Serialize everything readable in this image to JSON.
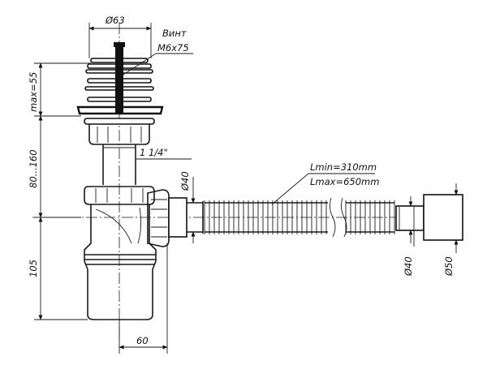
{
  "dimensions": {
    "top_diameter": "Ø63",
    "screw_label": "Винт",
    "screw_size": "M6x75",
    "height_top": "max=55",
    "height_mid": "80...160",
    "thread": "1 1/4\"",
    "outlet_diameter": "Ø40",
    "hose_length_min": "Lmin=310mm",
    "hose_length_max": "Lmax=650mm",
    "height_bottom": "105",
    "width_bottom": "60",
    "hose_diameter": "Ø40",
    "end_diameter": "Ø50"
  }
}
